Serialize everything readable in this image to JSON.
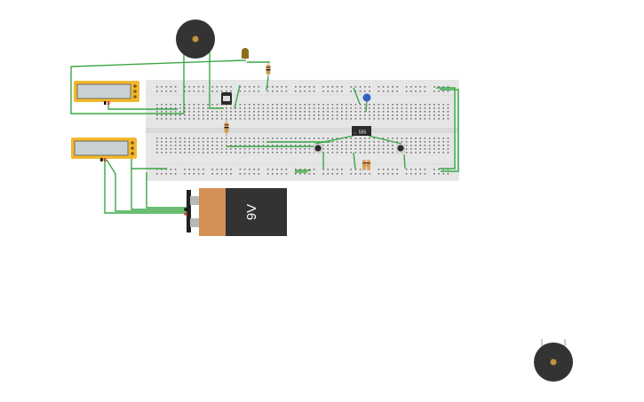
{
  "circuit": {
    "battery": {
      "label": "9V",
      "voltage": 9
    },
    "ic": {
      "label": "555"
    },
    "components": [
      {
        "name": "breadboard"
      },
      {
        "name": "piezo-buzzer"
      },
      {
        "name": "piezo-buzzer-spare"
      },
      {
        "name": "led"
      },
      {
        "name": "multimeter-top"
      },
      {
        "name": "multimeter-bottom"
      },
      {
        "name": "transistor"
      },
      {
        "name": "capacitor"
      },
      {
        "name": "pushbutton-left"
      },
      {
        "name": "pushbutton-right"
      }
    ]
  },
  "colors": {
    "wire": "#39a845",
    "breadboard": "#e6e6e6",
    "battery_body": "#333333",
    "battery_cap": "#d48f55",
    "multimeter": "#f2b82e",
    "multimeter_screen": "#c9d1d3",
    "buzzer": "#333333",
    "buzzer_center": "#c6913f",
    "led": "#8b7019",
    "capacitor": "#2e62c4",
    "terminal_red": "#e23c2f"
  }
}
